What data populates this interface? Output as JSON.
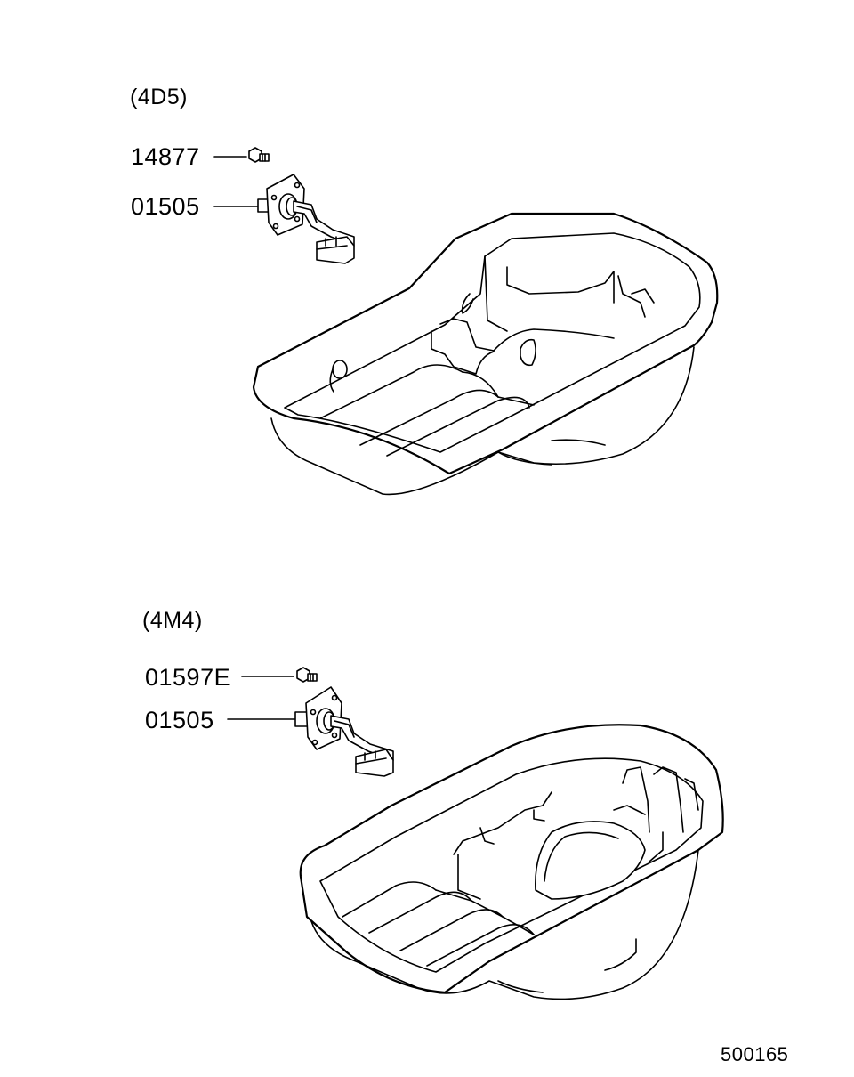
{
  "upper_group": {
    "engine_code": "(4D5)",
    "bolt_part_number": "14877",
    "sender_part_number": "01505"
  },
  "lower_group": {
    "engine_code": "(4M4)",
    "bolt_part_number": "01597E",
    "sender_part_number": "01505"
  },
  "document_number": "500165"
}
